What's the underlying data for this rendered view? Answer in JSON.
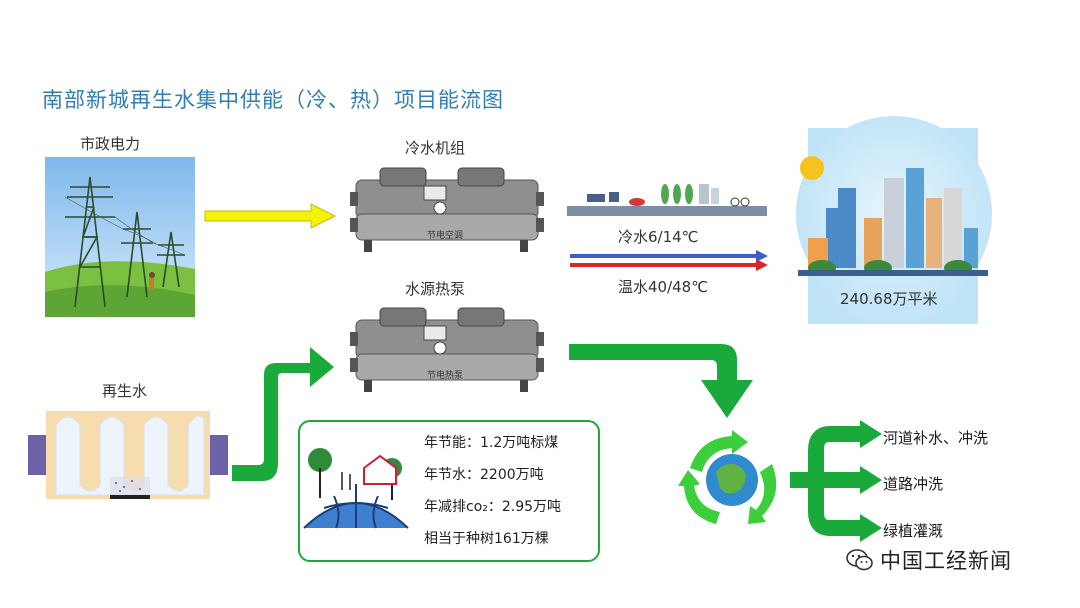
{
  "diagram": {
    "title": "南部新城再生水集中供能（冷、热）项目能流图",
    "power_label": "市政电力",
    "reclaimed_label": "再生水",
    "chiller_label": "冷水机组",
    "chiller_plate": "节电空调",
    "heatpump_label": "水源热泵",
    "heatpump_plate": "节电热泵",
    "cold_water": "冷水6/14℃",
    "warm_water": "温水40/48℃",
    "area": "240.68万平米",
    "benefits": [
      {
        "label": "年节能：",
        "value": "1.2万吨标煤"
      },
      {
        "label": "年节水：",
        "value": "2200万吨"
      },
      {
        "label": "年减排co₂：",
        "value": "2.95万吨"
      },
      {
        "label": "相当于种树",
        "value": "161万棵"
      }
    ],
    "outputs": [
      "河道补水、冲洗",
      "道路冲洗",
      "绿植灌溉"
    ],
    "watermark": "中国工经新闻",
    "colors": {
      "title": "#2f7fb5",
      "green_arrow": "#1aaa3c",
      "yellow_arrow": "#f2f20a",
      "cold_line": "#3a5fc8",
      "warm_line": "#d8262a"
    }
  }
}
